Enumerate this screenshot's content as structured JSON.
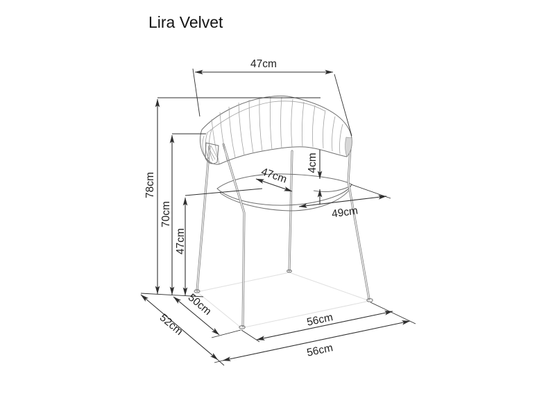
{
  "title": "Lira Velvet",
  "dimensions": {
    "backrest_width": "47cm",
    "total_height": "78cm",
    "armrest_height": "70cm",
    "seat_height": "47cm",
    "seat_thickness": "4cm",
    "seat_width": "47cm",
    "seat_front_width": "49cm",
    "inner_depth": "50cm",
    "total_depth": "52cm",
    "front_leg_span": "56cm",
    "total_width": "56cm"
  },
  "colors": {
    "dimension_line": "#2e2e2e",
    "chair_line": "#6f6f6f",
    "background": "#ffffff"
  }
}
